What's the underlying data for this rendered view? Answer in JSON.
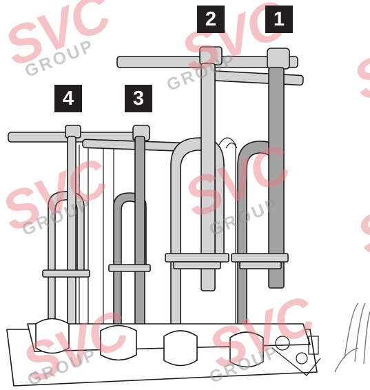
{
  "callouts": [
    {
      "id": "callout-1",
      "label": "1"
    },
    {
      "id": "callout-2",
      "label": "2"
    },
    {
      "id": "callout-3",
      "label": "3"
    },
    {
      "id": "callout-4",
      "label": "4"
    }
  ],
  "watermark": {
    "brand": "SVC",
    "sub": "GROUP"
  },
  "colors": {
    "background": "#ffffff",
    "badge": "#231f20",
    "badge_text": "#ffffff",
    "arm_dark": "#9a9a9a",
    "arm_light": "#d0d0d0",
    "outline": "#1a1a1a",
    "watermark": "#e87880"
  }
}
